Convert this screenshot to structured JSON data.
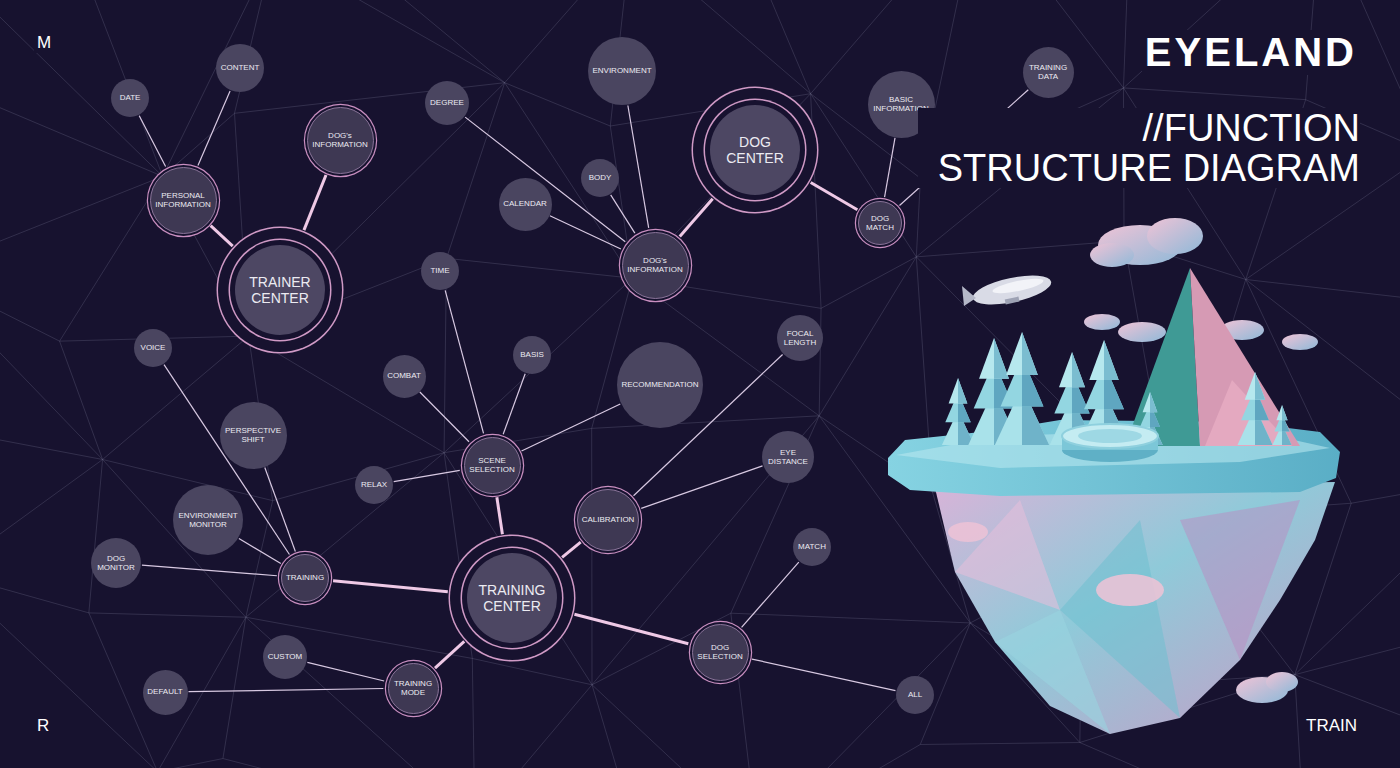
{
  "diagram": {
    "title": "//FUNCTION STRUCTURE DIAGRAM",
    "nodes": [
      {
        "text": [
          "DATE"
        ]
      },
      {
        "text": [
          "CONTENT"
        ]
      },
      {
        "text": [
          "PERSONAL INFORMATION"
        ]
      },
      {
        "text": [
          "DOG's INFORMATION"
        ]
      },
      {
        "text": [
          "TRAINER CENTER"
        ]
      },
      {
        "text": [
          "ENVIRONMENT"
        ]
      },
      {
        "text": [
          "DEGREE"
        ]
      },
      {
        "text": [
          "DOG CENTER"
        ]
      },
      {
        "text": [
          "BASIC INFORMATION"
        ]
      },
      {
        "text": [
          "TRAINING DATA"
        ]
      },
      {
        "text": [
          "BODY"
        ]
      },
      {
        "text": [
          "CALENDAR"
        ]
      },
      {
        "text": [
          "DOG MATCH"
        ]
      },
      {
        "text": [
          "DOG's INFORMATION"
        ]
      },
      {
        "text": [
          "TIME"
        ]
      },
      {
        "text": [
          "FOCAL LENGTH"
        ]
      },
      {
        "text": [
          "VOICE"
        ]
      },
      {
        "text": [
          "BASIS"
        ]
      },
      {
        "text": [
          "COMBAT"
        ]
      },
      {
        "text": [
          "RECOMMENDATION"
        ]
      },
      {
        "text": [
          "PERSPECTIVE SHIFT"
        ]
      },
      {
        "text": [
          "EYE DISTANCE"
        ]
      },
      {
        "text": [
          "SCENE SELECTION"
        ]
      },
      {
        "text": [
          "RELAX"
        ]
      },
      {
        "text": [
          "ENVIRONMENT MONITOR"
        ]
      },
      {
        "text": [
          "CALIBRATION"
        ]
      },
      {
        "text": [
          "MATCH"
        ]
      },
      {
        "text": [
          "DOG MONITOR"
        ]
      },
      {
        "text": [
          "TRAINING"
        ]
      },
      {
        "text": [
          "TRAINING CENTER"
        ]
      },
      {
        "text": [
          "CUSTOM"
        ]
      },
      {
        "text": [
          "DOG SELECTION"
        ]
      },
      {
        "text": [
          "TRAINING MODE"
        ]
      },
      {
        "text": [
          "DEFAULT"
        ]
      },
      {
        "text": [
          "ALL"
        ]
      }
    ],
    "edges": [
      {
        "from": 4,
        "to": 2,
        "arrow": "none"
      },
      {
        "from": 4,
        "to": 3,
        "arrow": "none"
      },
      {
        "from": 2,
        "to": 0,
        "arrow": "none"
      },
      {
        "from": 2,
        "to": 1,
        "arrow": "none"
      },
      {
        "from": 7,
        "to": 13,
        "arrow": "none"
      },
      {
        "from": 7,
        "to": 12,
        "arrow": "none"
      },
      {
        "from": 13,
        "to": 6,
        "arrow": "none"
      },
      {
        "from": 13,
        "to": 5,
        "arrow": "none"
      },
      {
        "from": 13,
        "to": 10,
        "arrow": "none"
      },
      {
        "from": 13,
        "to": 11,
        "arrow": "none"
      },
      {
        "from": 12,
        "to": 8,
        "arrow": "none"
      },
      {
        "from": 12,
        "to": 9,
        "arrow": "none"
      },
      {
        "from": 29,
        "to": 22,
        "arrow": "none"
      },
      {
        "from": 29,
        "to": 25,
        "arrow": "none"
      },
      {
        "from": 29,
        "to": 28,
        "arrow": "none"
      },
      {
        "from": 29,
        "to": 32,
        "arrow": "none"
      },
      {
        "from": 29,
        "to": 31,
        "arrow": "none"
      },
      {
        "from": 22,
        "to": 14,
        "arrow": "none"
      },
      {
        "from": 22,
        "to": 17,
        "arrow": "none"
      },
      {
        "from": 22,
        "to": 18,
        "arrow": "none"
      },
      {
        "from": 22,
        "to": 19,
        "arrow": "none"
      },
      {
        "from": 22,
        "to": 23,
        "arrow": "none"
      },
      {
        "from": 25,
        "to": 15,
        "arrow": "none"
      },
      {
        "from": 25,
        "to": 21,
        "arrow": "none"
      },
      {
        "from": 28,
        "to": 16,
        "arrow": "none"
      },
      {
        "from": 28,
        "to": 20,
        "arrow": "none"
      },
      {
        "from": 28,
        "to": 24,
        "arrow": "none"
      },
      {
        "from": 28,
        "to": 27,
        "arrow": "none"
      },
      {
        "from": 32,
        "to": 30,
        "arrow": "none"
      },
      {
        "from": 32,
        "to": 33,
        "arrow": "none"
      },
      {
        "from": 31,
        "to": 26,
        "arrow": "none"
      },
      {
        "from": 31,
        "to": 34,
        "arrow": "none"
      }
    ],
    "labels": [
      "EYELAND",
      "M",
      "R",
      "TRAIN"
    ]
  }
}
